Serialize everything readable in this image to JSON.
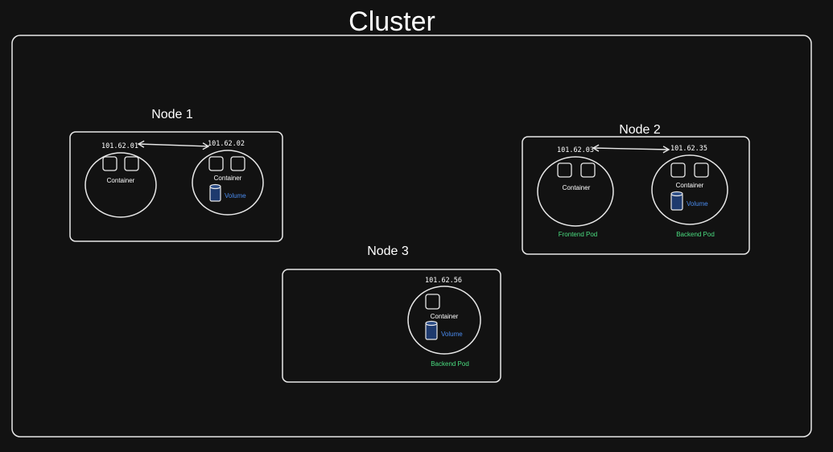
{
  "cluster": {
    "title": "Cluster"
  },
  "nodes": [
    {
      "label": "Node 1",
      "pods": [
        {
          "ip": "101.62.01",
          "containers": 2,
          "container_label": "Container",
          "volume": "",
          "pod_label": ""
        },
        {
          "ip": "101.62.02",
          "containers": 2,
          "container_label": "Container",
          "volume": "Volume",
          "pod_label": ""
        }
      ]
    },
    {
      "label": "Node 2",
      "pods": [
        {
          "ip": "101.62.03",
          "containers": 2,
          "container_label": "Container",
          "volume": "",
          "pod_label": "Frontend Pod"
        },
        {
          "ip": "101.62.35",
          "containers": 2,
          "container_label": "Container",
          "volume": "Volume",
          "pod_label": "Backend Pod"
        }
      ]
    },
    {
      "label": "Node 3",
      "pods": [
        {
          "ip": "101.62.56",
          "containers": 1,
          "container_label": "Container",
          "volume": "Volume",
          "pod_label": "Backend Pod"
        }
      ]
    }
  ],
  "colors": {
    "background": "#121212",
    "stroke": "#e8e8e8",
    "volume_text": "#4a8cf0",
    "volume_fill": "#1e3a6e",
    "pod_label": "#4ade80"
  }
}
